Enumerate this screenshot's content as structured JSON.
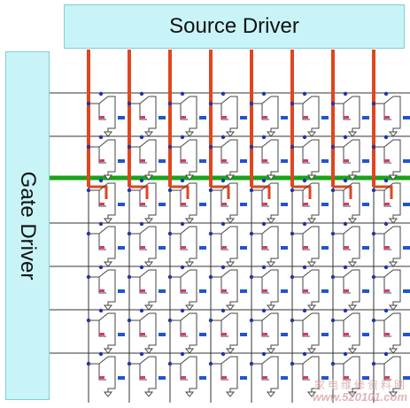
{
  "labels": {
    "source_driver": "Source Driver",
    "gate_driver": "Gate Driver"
  },
  "watermark": {
    "line1": "家电维修资料网",
    "line2": "www.520101.com"
  },
  "colors": {
    "driver_fill": "#c8f4f8",
    "driver_border": "#7fcfd8",
    "data_line": "#e0461f",
    "active_gate_line": "#1aa31a",
    "grid_line": "#333333",
    "node_dot": "#2233aa",
    "pixel_electrode": "#d23a6a",
    "storage_capacitor": "#2255cc"
  },
  "matrix": {
    "columns": 8,
    "rows": 7,
    "active_gate_row": 2,
    "icons": [
      "tft-switch-icon",
      "storage-capacitor-icon",
      "ground-icon"
    ]
  }
}
